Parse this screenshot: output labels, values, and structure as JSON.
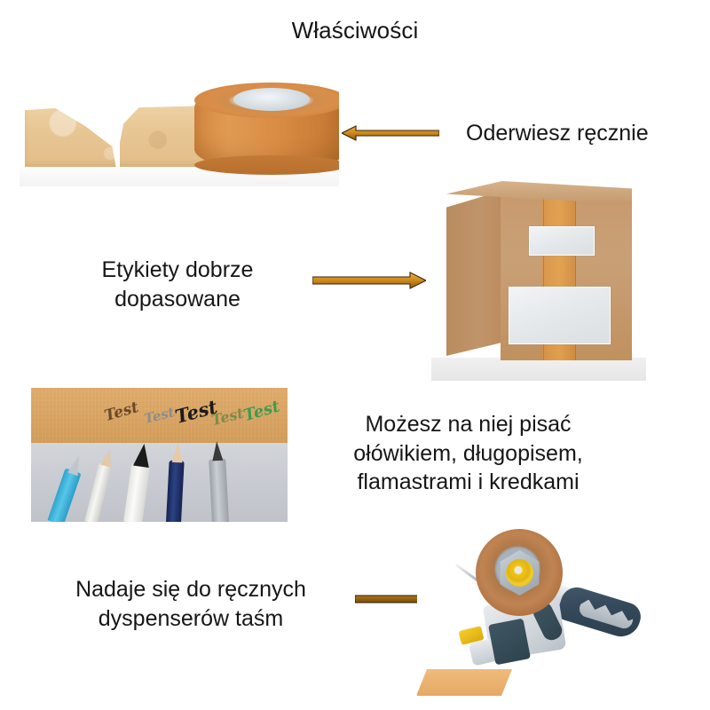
{
  "page": {
    "title": "Właściwości",
    "background_color": "#ffffff",
    "text_color": "#161616"
  },
  "arrow_color": {
    "fill_light": "#e8a33c",
    "fill_dark": "#8a5a12",
    "outline": "#3b2708"
  },
  "features": [
    {
      "id": "tear-by-hand",
      "caption": "Oderwiesz ręcznie",
      "arrow_direction": "left",
      "image_name": "kraft-tape-roll-photo",
      "image_alt": "Roll of brown kraft paper tape with a hand-torn strip"
    },
    {
      "id": "labels-fit-well",
      "caption": "Etykiety dobrze\ndopasowane",
      "arrow_direction": "right",
      "image_name": "carton-box-with-labels-photo",
      "image_alt": "Cardboard box sealed with tape and two white shipping labels"
    },
    {
      "id": "writable-surface",
      "caption": "Możesz na niej pisać\nołówikiem, długopisem,\nflamastrami i kredkami",
      "arrow_direction": "none",
      "image_name": "writing-on-tape-photo",
      "image_alt": "Kraft tape written on with pens, pencils and markers",
      "handwriting_samples": [
        {
          "text": "Test",
          "color": "#6b4a2a"
        },
        {
          "text": "Test",
          "color": "#8d8d8d"
        },
        {
          "text": "Test",
          "color": "#1b1b1b"
        },
        {
          "text": "Test",
          "color": "#7d8a4a"
        },
        {
          "text": "Test",
          "color": "#3f9b4d"
        }
      ],
      "writing_tools": [
        {
          "name": "blue-rollerball-pen",
          "body_color": "#3fb6dd",
          "tip_color": "#c9ced3"
        },
        {
          "name": "graphite-pencil",
          "body_color": "#f1f1ef",
          "tip_color": "#e4c9a6"
        },
        {
          "name": "black-marker",
          "body_color": "#f7f7f5",
          "tip_color": "#161616"
        },
        {
          "name": "navy-colour-pencil",
          "body_color": "#1e2f63",
          "tip_color": "#e9c9a4"
        },
        {
          "name": "grey-marker",
          "body_color": "#b6bcc1",
          "tip_color": "#2a2a2a"
        }
      ]
    },
    {
      "id": "hand-dispenser-ready",
      "caption": "Nadaje się do ręcznych\ndyspenserów taśm",
      "arrow_direction": "right",
      "image_name": "tape-gun-dispenser-photo",
      "image_alt": "Handheld tape gun dispenser loaded with brown tape"
    }
  ]
}
